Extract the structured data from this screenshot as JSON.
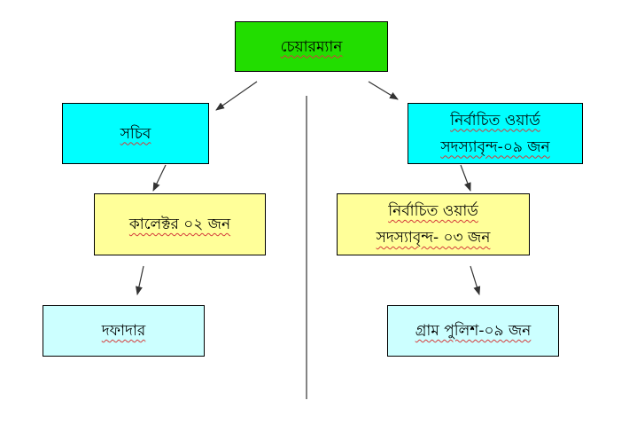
{
  "colors": {
    "top_box": "#22dd00",
    "level1_box": "#00ffff",
    "level2_box": "#ffff99",
    "level3_box": "#ccffff",
    "line": "#333333"
  },
  "chart_data": {
    "type": "org_chart",
    "root": {
      "label": "চেয়ারম্যান",
      "children": [
        {
          "label": "সচিব",
          "children": [
            {
              "label": "কালেক্টর ০২ জন",
              "children": [
                {
                  "label": "দফাদার"
                }
              ]
            }
          ]
        },
        {
          "label_lines": [
            "নির্বাচিত ওয়ার্ড",
            "সদস্যাবৃন্দ-০৯ জন"
          ],
          "children": [
            {
              "label_lines": [
                "নির্বাচিত ওয়ার্ড",
                "সদস্যাবৃন্দ- ০৩ জন"
              ],
              "children": [
                {
                  "label": "গ্রাম পুলিশ-০৯ জন"
                }
              ]
            }
          ]
        }
      ]
    }
  },
  "boxes": {
    "chairman": "চেয়ারম্যান",
    "secretary": "সচিব",
    "ward9_line1": "নির্বাচিত ওয়ার্ড",
    "ward9_line2": "সদস্যাবৃন্দ-০৯ জন",
    "collector": "কালেক্টর ০২ জন",
    "ward3_line1": "নির্বাচিত ওয়ার্ড",
    "ward3_line2": "সদস্যাবৃন্দ- ০৩ জন",
    "dafadar": "দফাদার",
    "police": "গ্রাম পুলিশ-০৯ জন"
  }
}
